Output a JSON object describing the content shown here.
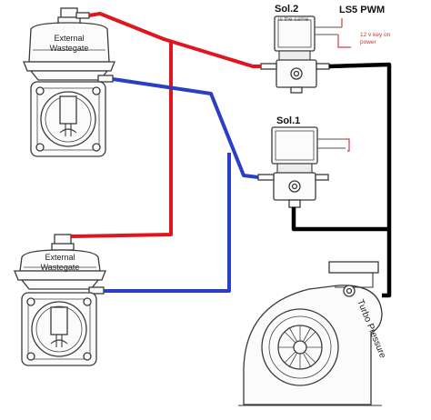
{
  "labels": {
    "wastegate_top": [
      "External",
      "Wastegate"
    ],
    "wastegate_bottom": [
      "External",
      "Wastegate"
    ],
    "sol2": "Sol.2",
    "sol2_note": "is the same",
    "ls5": "LS5 PWM",
    "power_note": [
      "12 v key on",
      "power"
    ],
    "sol1": "Sol.1",
    "turbo": "Turbo Pressure"
  },
  "colors": {
    "red_line": "#e0161f",
    "blue_line": "#2b3fc4",
    "black_line": "#000000",
    "power_wire": "#d93a3a",
    "power_text": "#c0392b"
  }
}
